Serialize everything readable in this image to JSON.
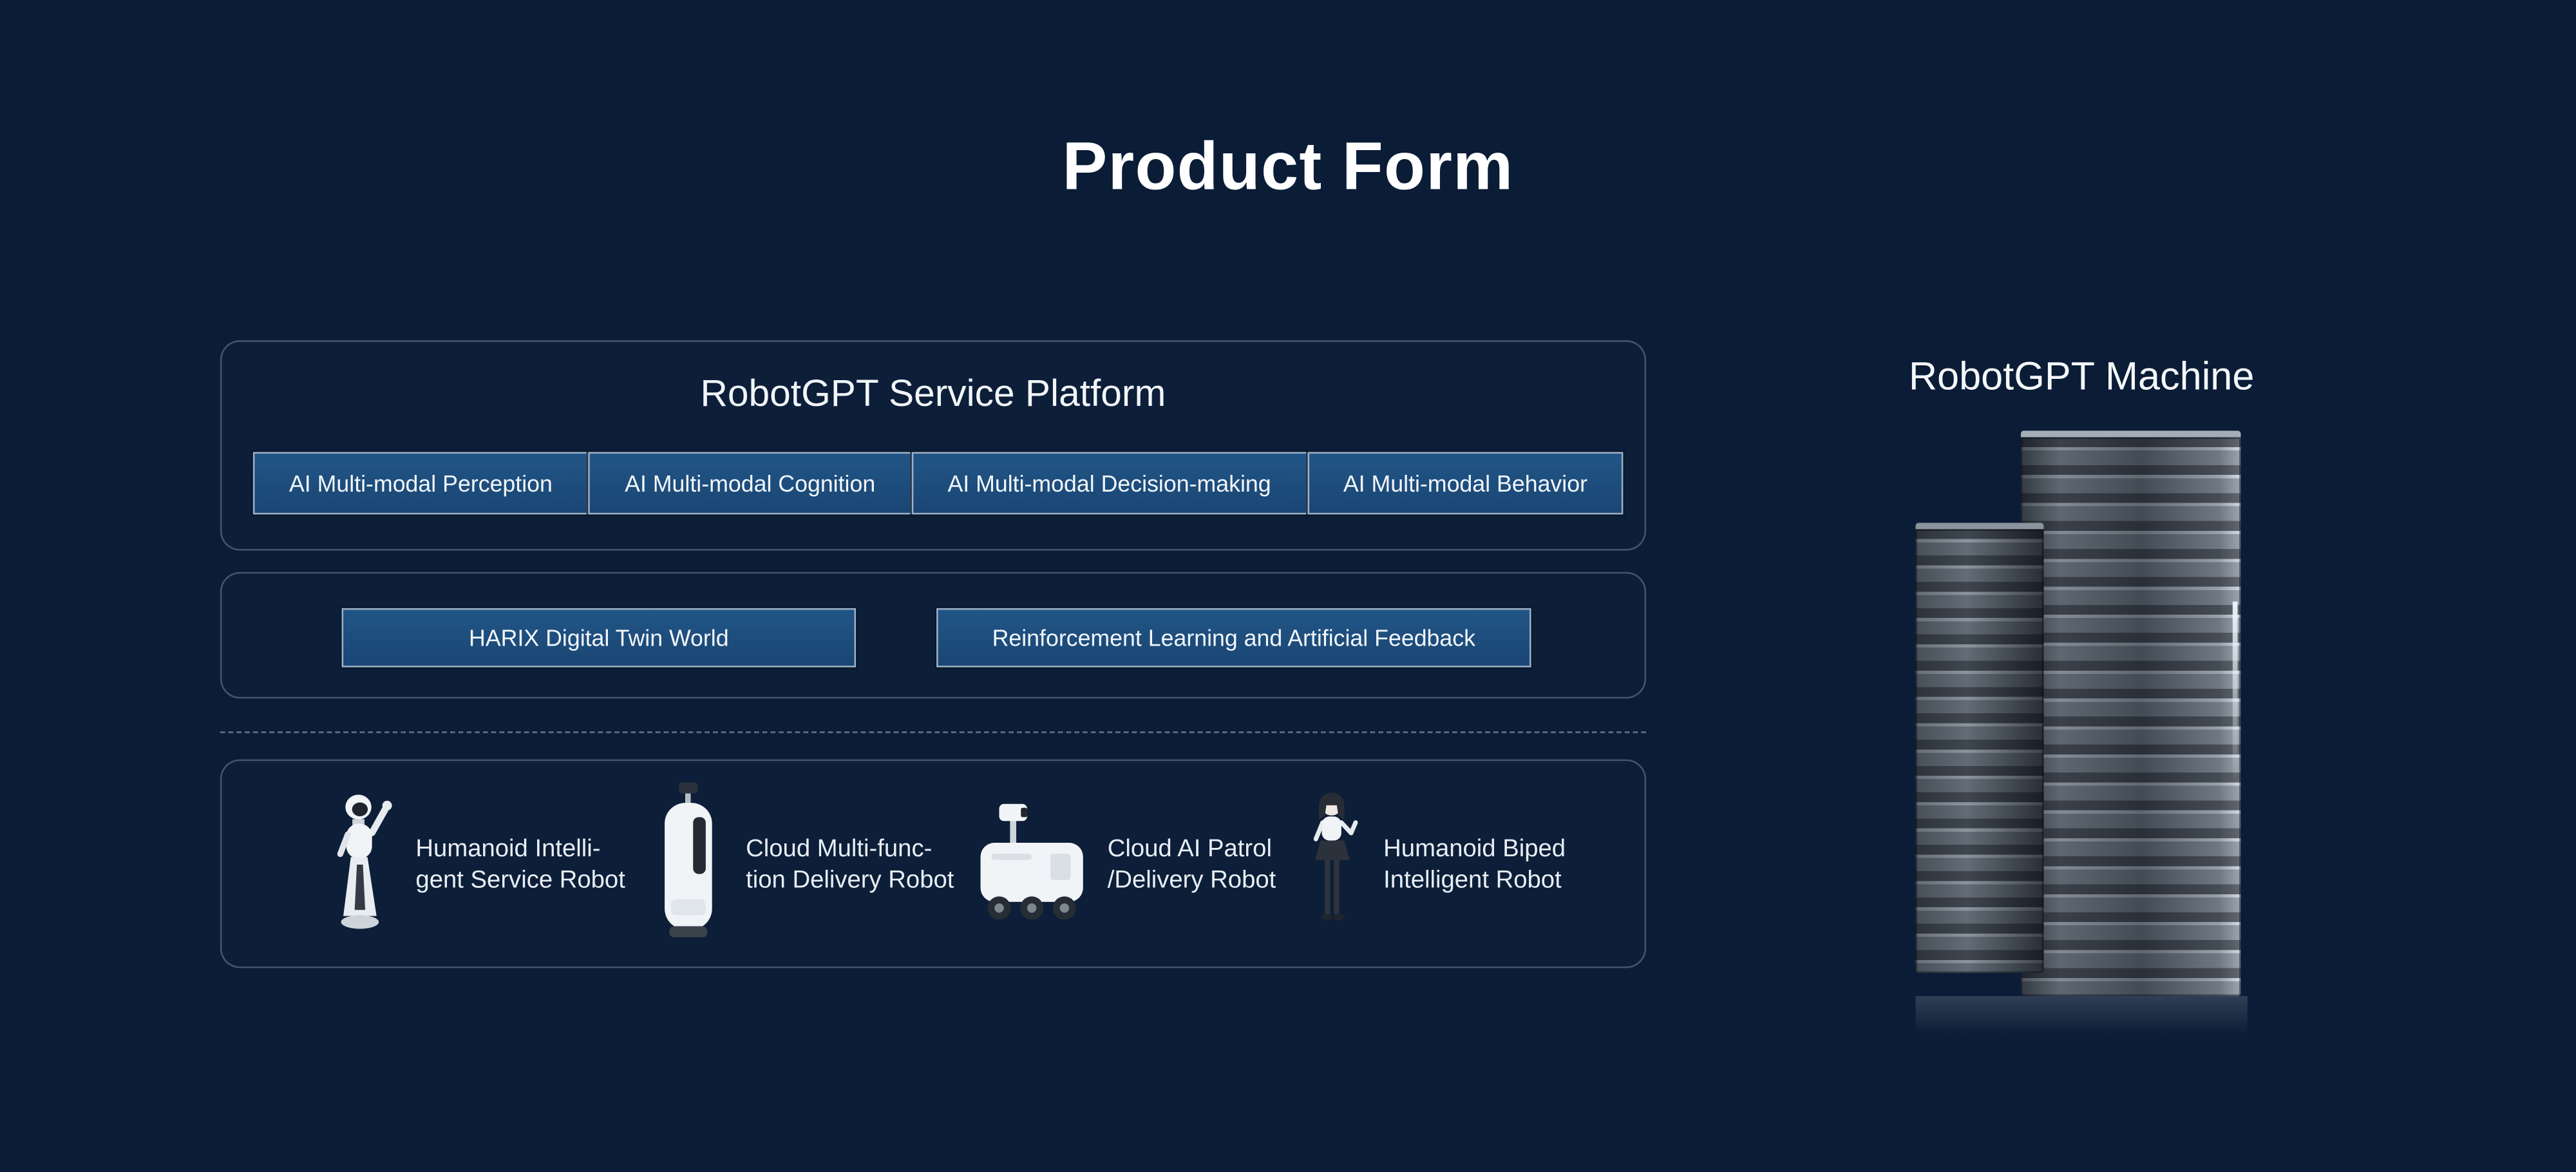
{
  "header": {
    "title": "Product Form"
  },
  "platform": {
    "title": "RobotGPT Service Platform",
    "modules": [
      {
        "label": "AI Multi-modal Perception"
      },
      {
        "label": "AI Multi-modal Cognition"
      },
      {
        "label": "AI Multi-modal Decision-making"
      },
      {
        "label": "AI Multi-modal Behavior"
      }
    ]
  },
  "training": {
    "items": [
      {
        "label": "HARIX Digital Twin World"
      },
      {
        "label": "Reinforcement Learning and Artificial Feedback"
      }
    ]
  },
  "robots": {
    "items": [
      {
        "icon": "humanoid-service-robot",
        "line1": "Humanoid Intelli-",
        "line2": "gent Service Robot"
      },
      {
        "icon": "delivery-robot",
        "line1": "Cloud Multi-func-",
        "line2": "tion Delivery Robot"
      },
      {
        "icon": "patrol-robot",
        "line1": "Cloud AI Patrol",
        "line2": "/Delivery Robot"
      },
      {
        "icon": "biped-robot",
        "line1": "Humanoid Biped",
        "line2": "Intelligent Robot"
      }
    ]
  },
  "machine": {
    "title": "RobotGPT Machine"
  },
  "colors": {
    "background": "#0a1c36",
    "panel_border": "#8298b9",
    "chip_fill": "#1c4c7e",
    "chip_border": "#9db1c6",
    "divider": "#94a6c0",
    "text": "#ffffff"
  }
}
